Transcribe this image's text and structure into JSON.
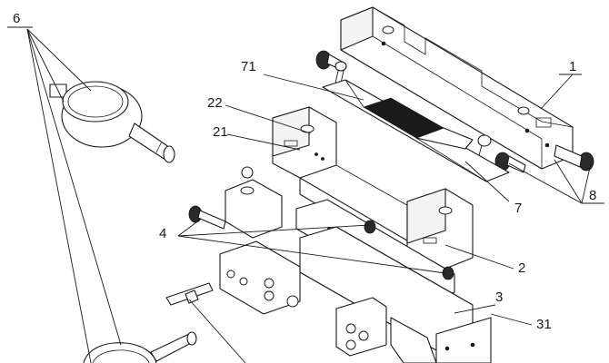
{
  "figure": {
    "labels": [
      {
        "id": "label-6",
        "text": "6"
      },
      {
        "id": "label-71",
        "text": "71"
      },
      {
        "id": "label-1",
        "text": "1"
      },
      {
        "id": "label-22",
        "text": "22"
      },
      {
        "id": "label-21",
        "text": "21"
      },
      {
        "id": "label-8",
        "text": "8"
      },
      {
        "id": "label-7",
        "text": "7"
      },
      {
        "id": "label-4",
        "text": "4"
      },
      {
        "id": "label-2",
        "text": "2"
      },
      {
        "id": "label-3",
        "text": "3"
      },
      {
        "id": "label-31",
        "text": "31"
      }
    ]
  }
}
